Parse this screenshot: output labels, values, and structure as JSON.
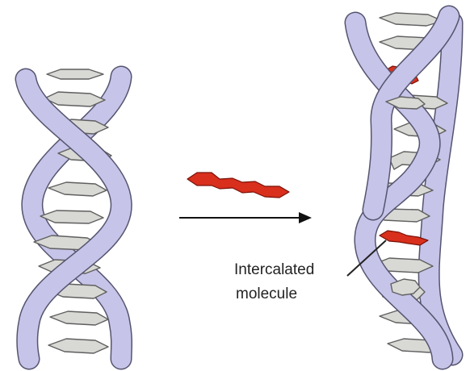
{
  "labels": {
    "intercalated_line1": "Intercalated",
    "intercalated_line2": "molecule"
  },
  "colors": {
    "strand_fill": "#c6c4e8",
    "strand_edge": "#55546f",
    "base_fill": "#d8d8d5",
    "molecule_fill": "#d8301d",
    "arrow": "#111111"
  },
  "icons": {
    "arrow": "right-arrow"
  }
}
